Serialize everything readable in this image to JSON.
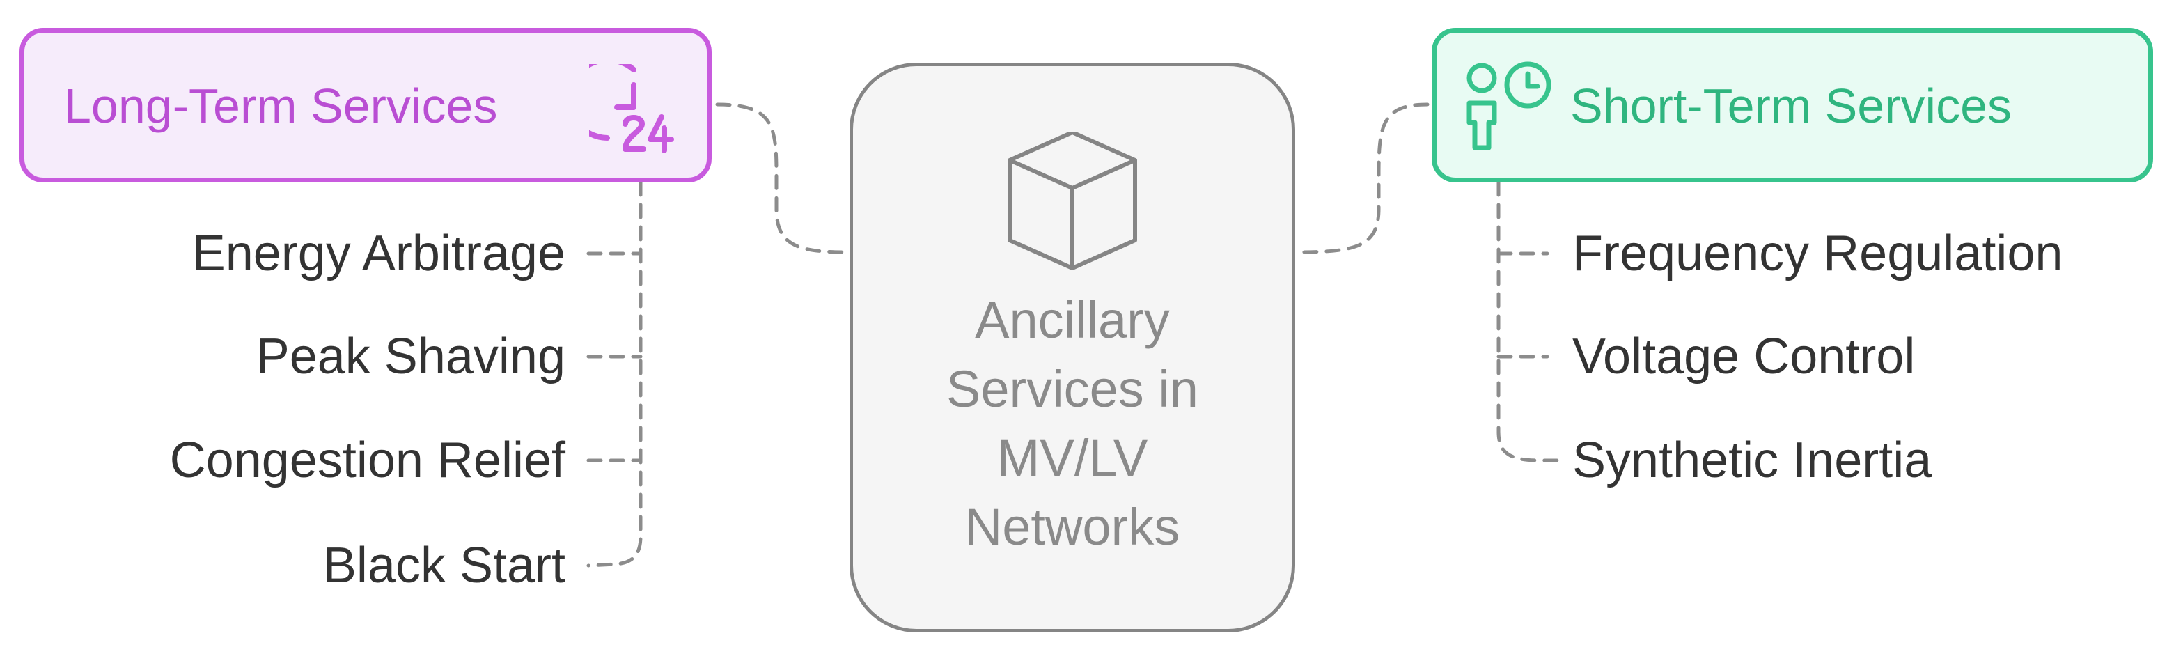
{
  "center": {
    "icon": "box-icon",
    "label_lines": [
      "Ancillary",
      "Services in",
      "MV/LV",
      "Networks"
    ]
  },
  "left_group": {
    "title": "Long-Term Services",
    "icon": "clock-24-icon",
    "accent_color": "#c85bde",
    "text_color": "#b94ed3",
    "fill_color": "#f6ecfb",
    "items": [
      "Energy Arbitrage",
      "Peak Shaving",
      "Congestion Relief",
      "Black Start"
    ]
  },
  "right_group": {
    "title": "Short-Term Services",
    "icon": "person-clock-icon",
    "accent_color": "#37c48d",
    "text_color": "#2fb57f",
    "fill_color": "#e8fbf3",
    "items": [
      "Frequency Regulation",
      "Voltage Control",
      "Synthetic Inertia"
    ]
  }
}
